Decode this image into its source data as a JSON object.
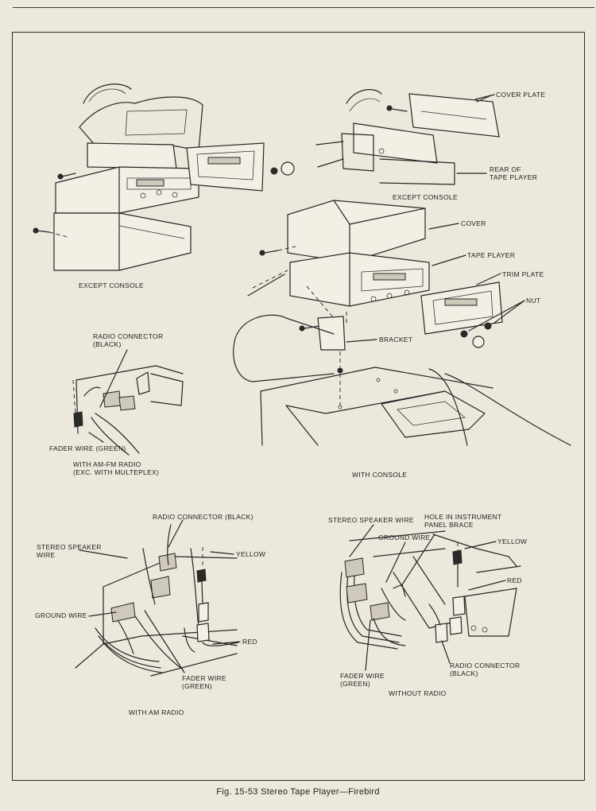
{
  "caption": "Fig. 15-53  Stereo Tape Player—Firebird",
  "panels": {
    "top_left": {
      "title": "EXCEPT CONSOLE"
    },
    "top_right": {
      "title": "EXCEPT CONSOLE",
      "labels": {
        "cover_plate": "COVER PLATE",
        "rear_of_tape_player": "REAR OF\nTAPE PLAYER"
      }
    },
    "with_console": {
      "title": "WITH CONSOLE",
      "labels": {
        "cover": "COVER",
        "tape_player": "TAPE PLAYER",
        "trim_plate": "TRIM PLATE",
        "nut": "NUT",
        "bracket": "BRACKET"
      }
    },
    "am_fm": {
      "title": "WITH AM-FM RADIO\n(EXC. WITH MULTEPLEX)",
      "labels": {
        "radio_connector": "RADIO CONNECTOR\n(BLACK)",
        "fader_wire": "FADER WIRE (GREEN)"
      }
    },
    "am_radio": {
      "title": "WITH AM RADIO",
      "labels": {
        "radio_connector": "RADIO CONNECTOR (BLACK)",
        "stereo_speaker_wire": "STEREO SPEAKER\nWIRE",
        "yellow": "YELLOW",
        "ground_wire": "GROUND WIRE",
        "red": "RED",
        "fader_wire": "FADER WIRE\n(GREEN)"
      }
    },
    "without_radio": {
      "title": "WITHOUT RADIO",
      "labels": {
        "stereo_speaker_wire": "STEREO SPEAKER WIRE",
        "hole_in_panel_brace": "HOLE IN INSTRUMENT\nPANEL BRACE",
        "ground_wire": "GROUND WIRE",
        "yellow": "YELLOW",
        "red": "RED",
        "fader_wire": "FADER WIRE\n(GREEN)",
        "radio_connector": "RADIO CONNECTOR\n(BLACK)"
      }
    }
  }
}
